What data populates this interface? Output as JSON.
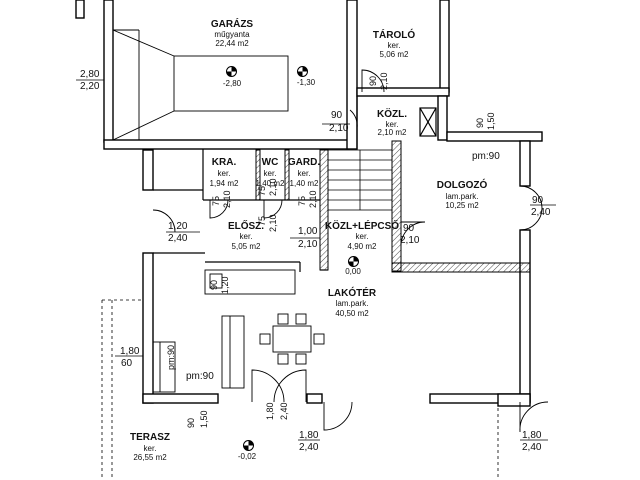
{
  "rooms": {
    "garazs": {
      "name": "GARÁZS",
      "floor": "műgyanta",
      "area": "22,44 m2"
    },
    "tarolo": {
      "name": "TÁROLÓ",
      "floor": "ker.",
      "area": "5,06 m2"
    },
    "kozl": {
      "name": "KÖZL.",
      "floor": "ker.",
      "area": "2,10 m2"
    },
    "kra": {
      "name": "KRA.",
      "floor": "ker.",
      "area": "1,94 m2"
    },
    "wc": {
      "name": "WC",
      "floor": "ker.",
      "area": "1,40 m2"
    },
    "gard": {
      "name": "GARD.",
      "floor": "ker.",
      "area": "1,40 m2"
    },
    "dolgozo": {
      "name": "DOLGOZÓ",
      "floor": "lam.park.",
      "area": "10,25 m2"
    },
    "eloszoba": {
      "name": "ELŐSZ.",
      "floor": "ker.",
      "area": "5,05 m2"
    },
    "kozl_lepcso": {
      "name": "KÖZL+LÉPCSŐ",
      "floor": "ker.",
      "area": "4,90 m2"
    },
    "lakoter": {
      "name": "LAKÓTÉR",
      "floor": "lam.park.",
      "area": "40,50 m2"
    },
    "terasz": {
      "name": "TERASZ",
      "floor": "ker.",
      "area": "26,55 m2"
    }
  },
  "levels": {
    "garazs_left": "-2,80",
    "garazs_right": "-1,30",
    "lakoter": "0,00",
    "terasz": "-0,02"
  },
  "dimensions": {
    "garage_gate_w": "2,80",
    "garage_gate_h": "2,20",
    "tarolo_door_w": "90",
    "tarolo_door_h": "2,10",
    "kozl_door_w": "90",
    "kozl_door_h": "2,10",
    "east_upper_w": "90",
    "east_upper_h": "1,50",
    "kra_door_w": "75",
    "kra_door_h": "2,10",
    "wc_door_w": "75",
    "wc_door_h": "2,10",
    "gard_door_w": "75",
    "gard_door_h": "2,10",
    "entry_w": "1,20",
    "entry_h": "2,40",
    "elosz_door_w": "75",
    "elosz_door_h": "2,10",
    "kozl_open_w": "1,00",
    "kozl_open_h": "2,10",
    "dolgozo_door_w": "90",
    "dolgozo_door_h": "2,10",
    "dolgozo_win_w": "90",
    "dolgozo_win_h": "2,40",
    "pm_dolgozo": "pm:90",
    "kitchen_win_w": "90",
    "kitchen_win_h": "1,20",
    "west_win_w": "1,80",
    "west_win_h": "60",
    "pm_west": "pm:90",
    "pm_kitchen": "pm:90",
    "south_win_w": "90",
    "south_win_h": "1,50",
    "terrace_door1_w": "1,80",
    "terrace_door1_h": "2,40",
    "terrace_door2_w": "1,80",
    "terrace_door2_h": "2,40",
    "terrace_door3_w": "1,80",
    "terrace_door3_h": "2,40"
  }
}
